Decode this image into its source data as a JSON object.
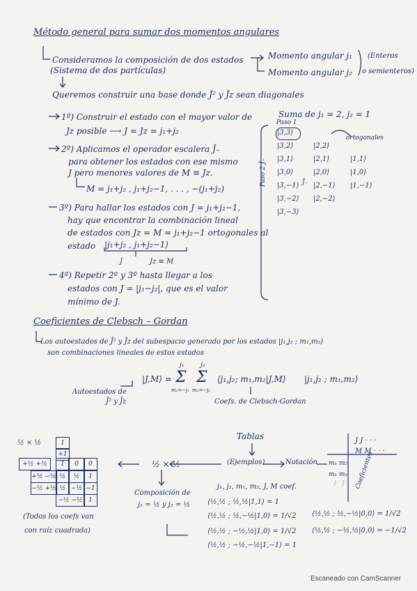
{
  "page": {
    "title": "Método general para sumar dos momentos angulares",
    "intro": {
      "line1": "Consideramos la composición de dos estados",
      "line2": "(Sistema de dos partículas)",
      "arrow1": "Momento angular j₁",
      "arrow2": "Momento angular j₂",
      "bracket1": "(Enteros",
      "bracket2": "o semienteros)"
    },
    "goal": "Queremos construir una base donde Ĵ² y Ĵz sean diagonales",
    "steps": {
      "s1a": "1º) Construir el estado con el mayor valor de",
      "s1b": "Jz posible ⟶ J = Jz = j₁+j₂",
      "s2a": "2º) Aplicamos el operador escalera Ĵ₋",
      "s2b": "para obtener los estados con ese mismo",
      "s2c": "J pero menores valores de M ≡ Jz.",
      "s2d": "M = j₁+j₂ , j₁+j₂−1, . . . , −(j₁+j₂)",
      "s3a": "3º) Para hallar los estados con J = j₁+j₂−1,",
      "s3b": "hay que encontrar la combinación lineal",
      "s3c": "de estados con Jz = M = j₁+j₂−1 ortogonales al",
      "s3d": "estado",
      "s3ket": "|j₁+j₂ , j₁+j₂−1⟩",
      "s3J": "J",
      "s3M": "Jz ≡ M",
      "s4a": "4º) Repetir 2º y 3º hasta llegar a los",
      "s4b": "estados con J = |j₁−j₂|, que es el valor",
      "s4c": "mínimo de J."
    },
    "example": {
      "header": "Suma de j₁ = 2, j₂ = 1",
      "paso1": "Paso 1",
      "paso2": "Paso 2  Ĵ₋",
      "ortho": "ortogonales",
      "col1": [
        "|3,3⟩",
        "|3,2⟩",
        "|3,1⟩",
        "|3,0⟩",
        "|3,−1⟩",
        "|3,−2⟩",
        "|3,−3⟩"
      ],
      "col2": [
        "|2,2⟩",
        "|2,1⟩",
        "|2,0⟩",
        "|2,−1⟩",
        "|2,−2⟩"
      ],
      "col3": [
        "|1,1⟩",
        "|1,0⟩",
        "|1,−1⟩"
      ],
      "jminus": "Ĵ₋"
    },
    "cg": {
      "heading": "Coeficientes de Clebsch – Gordan",
      "l1": "Los autoestados de Ĵ² y Ĵz del subespacio generado por los estados |j₁,j₂ ; m₁,m₂⟩",
      "l2": "son combinaciones lineales de estos estados",
      "formula_lhs": "|J,M⟩ =",
      "sum_top1": "j₁",
      "sum_bot1": "m₁=−j₁",
      "sum_top2": "j₂",
      "sum_bot2": "m₂=−j₂",
      "bracket": "⟨j₁,j₂; m₁,m₂|J,M⟩",
      "ket": "|j₁,j₂ ; m₁,m₂⟩",
      "auto1": "Autoestados de",
      "auto2": "Ĵ² y Ĵz",
      "coefs": "Coefs. de Clebsch-Gordan"
    },
    "tables": {
      "tablas": "Tablas",
      "ejemplos": "(Ejemplos)",
      "notacion": "Notación",
      "half": "½ × ½",
      "grid_title": "½ × ½",
      "grid": {
        "r0": [
          "1",
          "+1"
        ],
        "r1": [
          "+½ +½",
          "1",
          "0",
          "0"
        ],
        "r2": [
          "+½ −½",
          "½",
          "½",
          "1"
        ],
        "r3": [
          "−½ +½",
          "½",
          "−½",
          "−1"
        ],
        "r4": [
          "−½ −½",
          "1"
        ]
      },
      "todos1": "(Todos los coefs van",
      "todos2": "con raíz cuadrada)",
      "comp1": "Composición de",
      "comp2": "j₁ = ½ y j₂ = ½",
      "notJJ": "J  J · · ·",
      "notMM": "M  M · · ·",
      "notm1": "m₁ m₂",
      "notm2": "m₁ m₂",
      "notdots": "⋮   ⋮",
      "notcoef": "Coeficientes",
      "coefhead": "j₁, j₂, m₁, m₂, J, M  coef.",
      "e1": "⟨½,½ ; ½,½|1,1⟩ = 1",
      "e2": "⟨½,½ ; ½,−½|1,0⟩ = 1/√2",
      "e3": "⟨½,½ ; −½,½|1,0⟩ = 1/√2",
      "e4": "⟨½,½ ; −½,−½|1,−1⟩ = 1",
      "e5": "⟨½,½ ; ½,−½|0,0⟩ = 1/√2",
      "e6": "⟨½,½ ; −½,½|0,0⟩ = −1/√2"
    },
    "footer": "Escaneado con CamScanner"
  }
}
